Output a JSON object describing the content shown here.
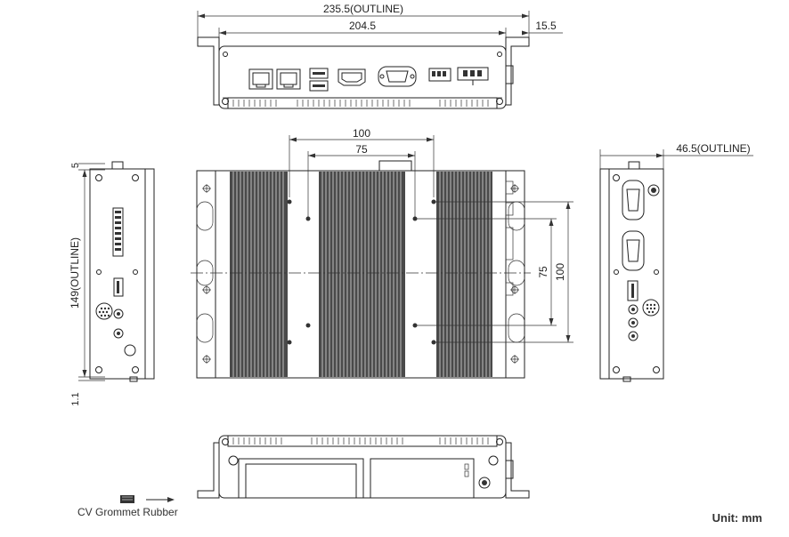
{
  "dimensions": {
    "top_outline": "235.5(OUTLINE)",
    "top_inner": "204.5",
    "top_flange": "15.5",
    "mount_100": "100",
    "mount_75": "75",
    "side_height": "149(OUTLINE)",
    "side_top": "5",
    "side_bottom": "1.1",
    "right_outline": "46.5(OUTLINE)",
    "vert_75": "75",
    "vert_100": "100"
  },
  "legend": {
    "grommet_label": "CV Grommet Rubber"
  },
  "unit_label": "Unit: mm"
}
